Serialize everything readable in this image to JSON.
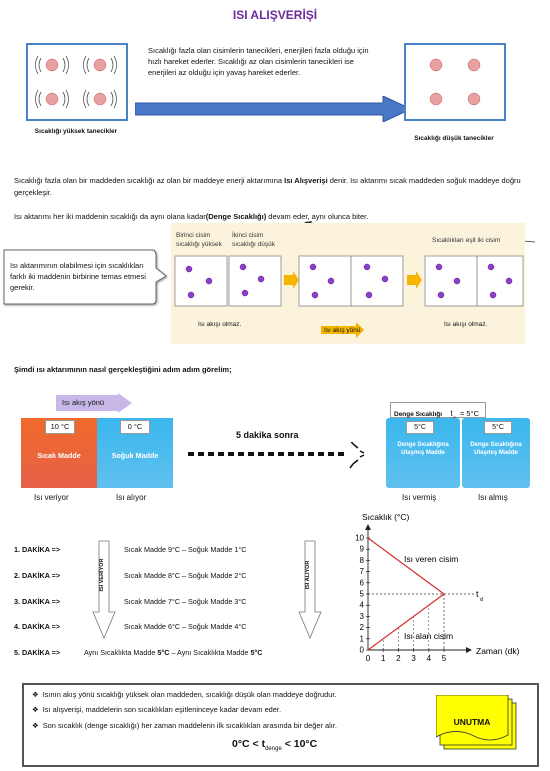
{
  "title": "ISI ALIŞVERİŞİ",
  "top": {
    "intro": "Sıcaklığı fazla olan cisimlerin tanecikleri, enerjileri fazla olduğu için hızlı hareket ederler. Sıcaklığı az olan cisimlerin tanecikleri ise enerjileri az olduğu için yavaş hareket ederler.",
    "left_label": "Sıcaklığı yüksek tanecikler",
    "right_label": "Sıcaklığı düşük tanecikler"
  },
  "definition": {
    "p1_before": "Sıcaklığı fazla olan bir maddeden sıcaklığı az olan bir maddeye enerji aktarımına ",
    "p1_bold": "Isı Alışverişi",
    "p1_after": " denir. Isı aktarımı sıcak maddeden soğuk maddeye doğru gerçekleşir.",
    "p2_before": "Isı aktarımı her iki maddenin sıcaklığı da aynı olana kadar",
    "p2_bold": "(Denge Sıcaklığı)",
    "p2_after": " devam eder,  aynı olunca biter."
  },
  "callout": "Isı aktarımının olabilmesi için sıcaklıkları farklı iki maddenin birbirine temas etmesi gerekir.",
  "diagram": {
    "hot_label": "Birinci cisim sıcaklığı yüksek",
    "cold_label": "İkinci cisim sıcaklığı düşük",
    "equal_label": "Sıcaklıkları eşit iki cisim",
    "no_heat_left": "Isı akışı olmaz.",
    "heat_flow": "Isı akış yönü",
    "no_heat_right": "Isı akışı olmaz."
  },
  "steps_title": "Şimdi ısı aktarımının nasıl gerçekleştiğini adım adım görelim;",
  "experiment": {
    "flow_label": "Isı akış yönü",
    "hot_temp": "10 °C",
    "cold_temp": "0 °C",
    "hot_name": "Sıcak Madde",
    "cold_name": "Soğuk Madde",
    "gives": "Isı veriyor",
    "takes": "Isı alıyor",
    "after": "5 dakika sonra",
    "denge_label": "Denge Sıcaklığı",
    "denge_sym": "t",
    "denge_sub": "d",
    "denge_val": "= 5°C",
    "eq_temp1": "5°C",
    "eq_temp2": "5°C",
    "eq_name1": "Denge Sıcaklığına Ulaşmış Madde",
    "eq_name2": "Denge Sıcaklığına Ulaşmış Madde",
    "gave": "Isı vermiş",
    "took": "Isı almış"
  },
  "minutes": [
    {
      "label": "1. DAKİKA =>",
      "text": "Sıcak Madde 9°C  –  Soğuk Madde 1°C"
    },
    {
      "label": "2. DAKİKA =>",
      "text": "Sıcak Madde 8°C  –  Soğuk Madde 2°C"
    },
    {
      "label": "3. DAKİKA =>",
      "text": "Sıcak Madde 7°C  –  Soğuk Madde 3°C"
    },
    {
      "label": "4. DAKİKA =>",
      "text": "Sıcak Madde 6°C  –  Soğuk Madde 4°C"
    },
    {
      "label": "5. DAKİKA =>",
      "text_a": "Aynı Sıcaklıkta Madde ",
      "text_a_b": "5°C",
      "text_b": "  –  Aynı Sıcaklıkta Madde ",
      "text_b_b": "5°C"
    }
  ],
  "arrow_left": "ISI VERİYOR",
  "arrow_right": "ISI ALIYOR",
  "chart_data": {
    "type": "line",
    "ylabel": "Sıcaklık (°C)",
    "xlabel": "Zaman (dk)",
    "xlim": [
      0,
      5
    ],
    "ylim": [
      0,
      10
    ],
    "x_ticks": [
      "0",
      "1",
      "2",
      "3",
      "4",
      "5"
    ],
    "y_ticks": [
      "0",
      "1",
      "2",
      "3",
      "4",
      "5",
      "6",
      "7",
      "8",
      "9",
      "10"
    ],
    "series": [
      {
        "name": "Isı veren cisim",
        "x": [
          0,
          5
        ],
        "y": [
          10,
          5
        ]
      },
      {
        "name": "Isı alan cisim",
        "x": [
          0,
          5
        ],
        "y": [
          0,
          5
        ]
      }
    ],
    "equilibrium_label": "t",
    "equilibrium_sub": "d",
    "equilibrium_value": 5
  },
  "summary": {
    "b1": "Isının akış yönü sıcaklığı yüksek olan maddeden, sıcaklığı düşük olan maddeye doğrudur.",
    "b2": "Isı alışverişi, maddelerin son sıcaklıkları eşitleninceye kadar devam eder.",
    "b3": "Son sıcaklık (denge sıcaklığı) her zaman maddelerin ilk sıcaklıkları arasında bir değer alır.",
    "formula_a": "0°C < t",
    "formula_sub": "denge",
    "formula_b": " < 10°C",
    "note": "UNUTMA"
  },
  "colors": {
    "title": "#6a2a9a",
    "hot": "#e85a2a",
    "cold": "#35aee8",
    "accent": "#f4b400",
    "note": "#ffff00"
  }
}
